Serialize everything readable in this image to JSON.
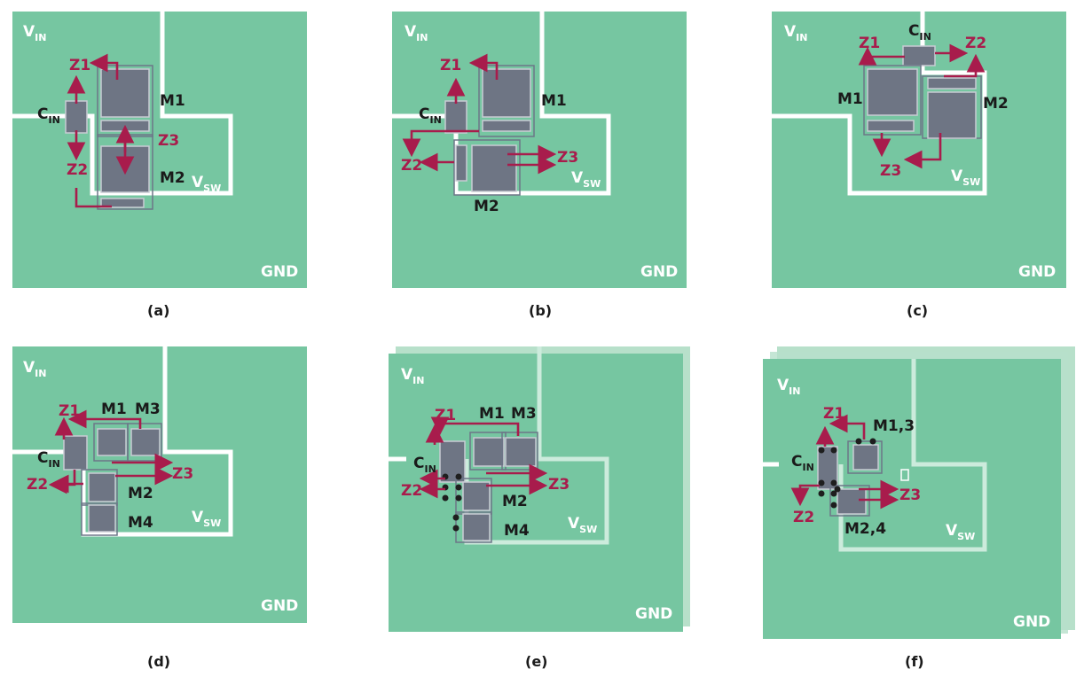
{
  "panels": [
    {
      "caption": "(a)",
      "vin": "V",
      "vin_sub": "IN",
      "vsw": "V",
      "vsw_sub": "SW",
      "gnd": "GND",
      "cin": "C",
      "cin_sub": "IN",
      "z1": "Z1",
      "z2": "Z2",
      "z3": "Z3",
      "m_high": "M1",
      "m_low": "M2"
    },
    {
      "caption": "(b)",
      "vin": "V",
      "vin_sub": "IN",
      "vsw": "V",
      "vsw_sub": "SW",
      "gnd": "GND",
      "cin": "C",
      "cin_sub": "IN",
      "z1": "Z1",
      "z2": "Z2",
      "z3": "Z3",
      "m_high": "M1",
      "m_low": "M2"
    },
    {
      "caption": "(c)",
      "vin": "V",
      "vin_sub": "IN",
      "vsw": "V",
      "vsw_sub": "SW",
      "gnd": "GND",
      "cin": "C",
      "cin_sub": "IN",
      "z1": "Z1",
      "z2": "Z2",
      "z3": "Z3",
      "m_high": "M1",
      "m_low": "M2"
    },
    {
      "caption": "(d)",
      "vin": "V",
      "vin_sub": "IN",
      "vsw": "V",
      "vsw_sub": "SW",
      "gnd": "GND",
      "cin": "C",
      "cin_sub": "IN",
      "z1": "Z1",
      "z2": "Z2",
      "z3": "Z3",
      "m_high_a": "M1",
      "m_high_b": "M3",
      "m_low_a": "M2",
      "m_low_b": "M4"
    },
    {
      "caption": "(e)",
      "vin": "V",
      "vin_sub": "IN",
      "vsw": "V",
      "vsw_sub": "SW",
      "gnd": "GND",
      "cin": "C",
      "cin_sub": "IN",
      "z1": "Z1",
      "z2": "Z2",
      "z3": "Z3",
      "m_high_a": "M1",
      "m_high_b": "M3",
      "m_low_a": "M2",
      "m_low_b": "M4"
    },
    {
      "caption": "(f)",
      "vin": "V",
      "vin_sub": "IN",
      "vsw": "V",
      "vsw_sub": "SW",
      "gnd": "GND",
      "cin": "C",
      "cin_sub": "IN",
      "z1": "Z1",
      "z2": "Z2",
      "z3": "Z3",
      "m_high": "M1,3",
      "m_low": "M2,4"
    }
  ],
  "colors": {
    "board": "#76c6a1",
    "board_back_layer": "#b7e0ca",
    "copper_gap": "#ffffff",
    "component": "#6e7584",
    "current_loop_arrow": "#a81c4c",
    "via": "#1e1e1e"
  }
}
